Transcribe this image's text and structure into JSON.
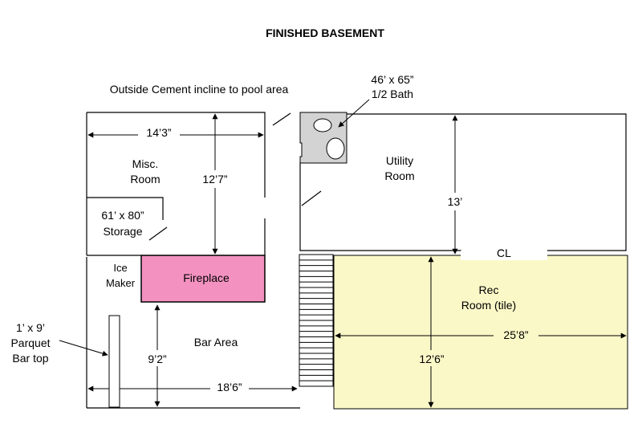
{
  "title": "FINISHED BASEMENT",
  "labels": {
    "outside": "Outside Cement incline to pool area",
    "bath_size": "46’ x 65”",
    "bath_name": "1/2 Bath",
    "misc_line1": "Misc.",
    "misc_line2": "Room",
    "misc_width": "14’3”",
    "misc_height": "12’7”",
    "storage_line1": "61’ x 80”",
    "storage_line2": "Storage",
    "utility_line1": "Utility",
    "utility_line2": "Room",
    "utility_height": "13’",
    "closet": "CL",
    "ice_line1": "Ice",
    "ice_line2": "Maker",
    "fireplace": "Fireplace",
    "rec_line1": "Rec",
    "rec_line2": "Room (tile)",
    "rec_width": "25’8”",
    "rec_height": "12’6”",
    "bar_area": "Bar Area",
    "bar_height": "9’2”",
    "bar_width": "18’6”",
    "bartop_line1": "1’ x 9’",
    "bartop_line2": "Parquet",
    "bartop_line3": "Bar top"
  },
  "colors": {
    "fireplace_fill": "#f392c0",
    "rec_room_fill": "#fbf8c8",
    "bath_fill": "#d3d3d3",
    "line": "#000000"
  }
}
